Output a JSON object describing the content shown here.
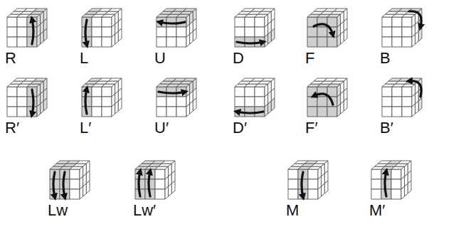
{
  "diagram": {
    "labels": [
      "R",
      "L",
      "U",
      "D",
      "F",
      "B",
      "R′",
      "L′",
      "U′",
      "D′",
      "F′",
      "B′",
      "Lw",
      "Lw′",
      "M",
      "M′"
    ]
  }
}
